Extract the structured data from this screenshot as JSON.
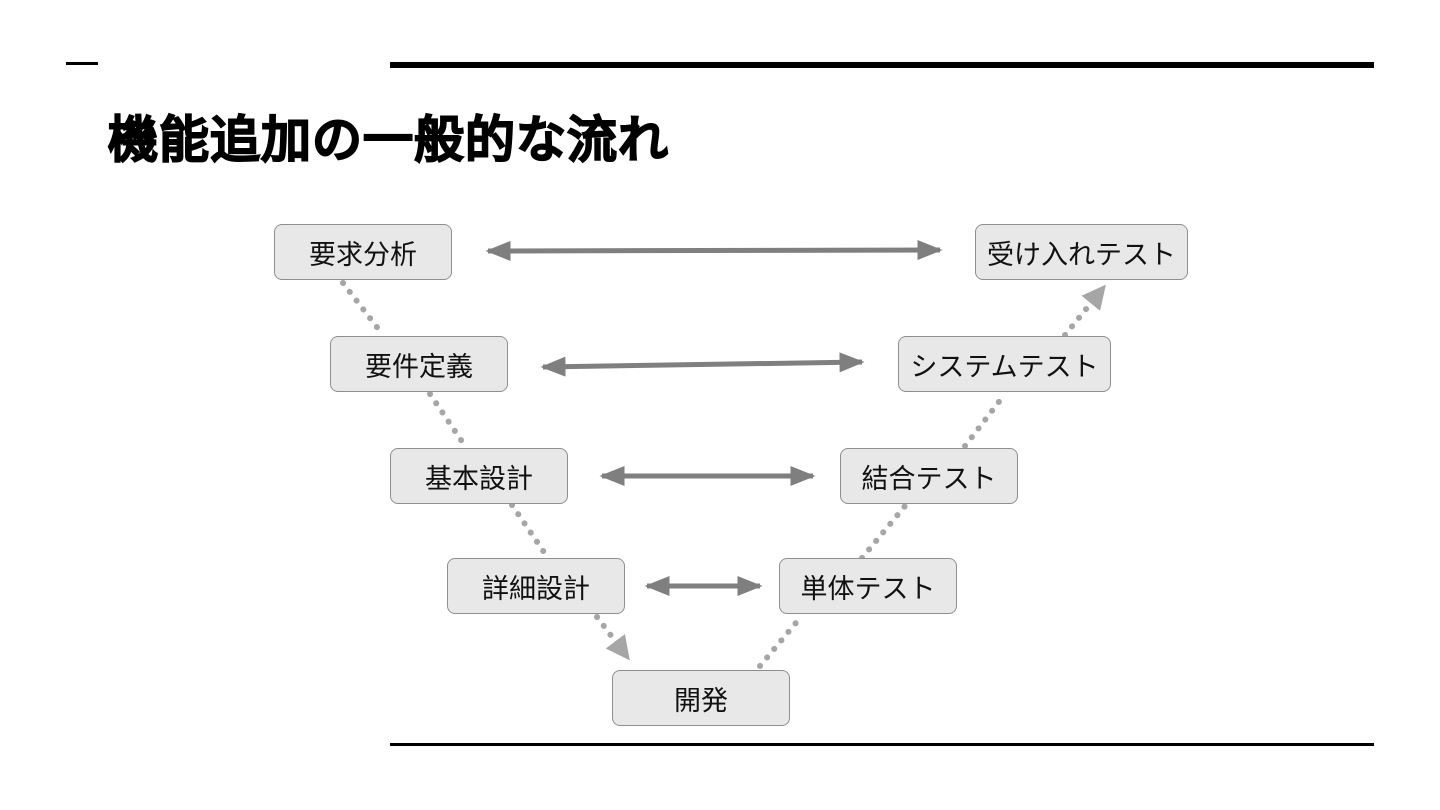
{
  "slide": {
    "title": "機能追加の一般的な流れ"
  },
  "diagram": {
    "left_stages": [
      "要求分析",
      "要件定義",
      "基本設計",
      "詳細設計"
    ],
    "bottom_stage": "開発",
    "right_stages": [
      "受け入れテスト",
      "システムテスト",
      "結合テスト",
      "単体テスト"
    ],
    "colors": {
      "box_fill": "#e8e8e8",
      "box_border": "#8f8f8f",
      "arrow": "#7f7f7f",
      "dotted": "#a6a6a6"
    }
  }
}
